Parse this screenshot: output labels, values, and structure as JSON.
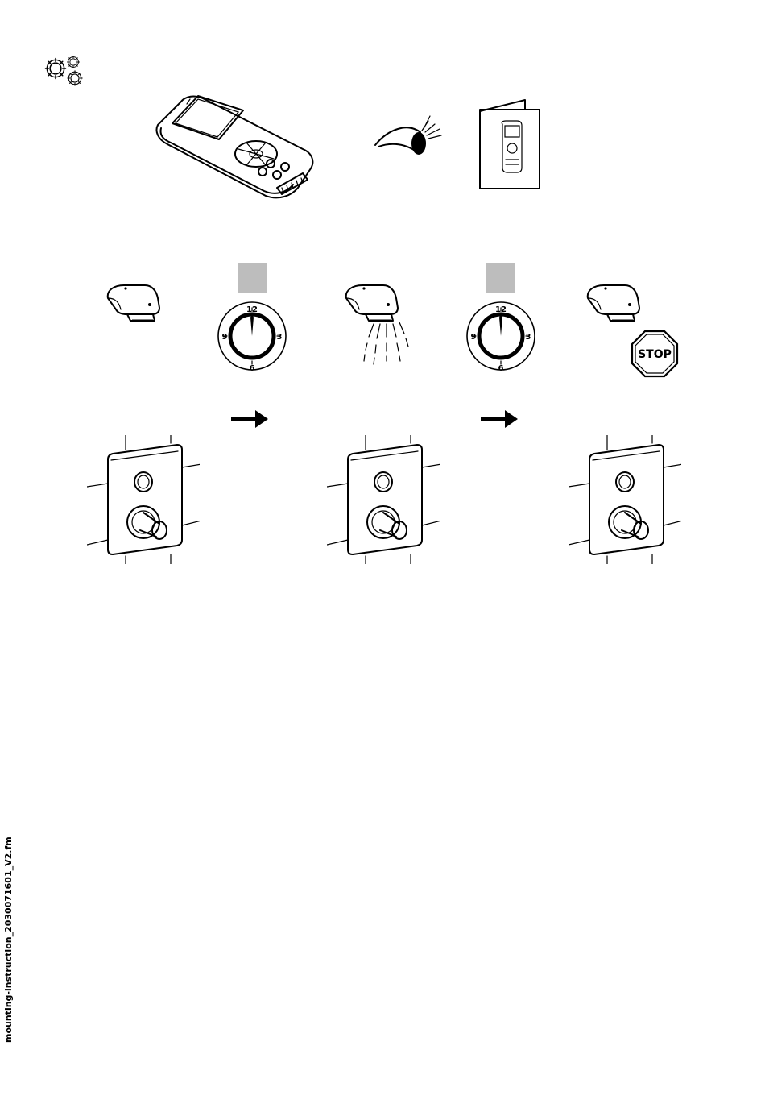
{
  "icons": {
    "settings": "gears-icon",
    "device": "handheld-remote-control-icon",
    "view": "eye-icon",
    "manual": "manual-booklet-icon",
    "sensor": "shower-head-sensor-icon",
    "timer": "clock-dial-icon",
    "spray": "water-spray-icon",
    "arrow": "arrow-right-icon",
    "panel": "wall-panel-valve-icon",
    "stop": "stop-sign-icon"
  },
  "clock": {
    "n12": "12",
    "n3": "3",
    "n6": "6",
    "n9": "9"
  },
  "stop": {
    "label": "STOP"
  },
  "colors": {
    "placeholder_box": "#bdbdbd",
    "ink": "#000000"
  },
  "footer": {
    "filename": "mounting-instruction_2030071601_V2.fm"
  }
}
